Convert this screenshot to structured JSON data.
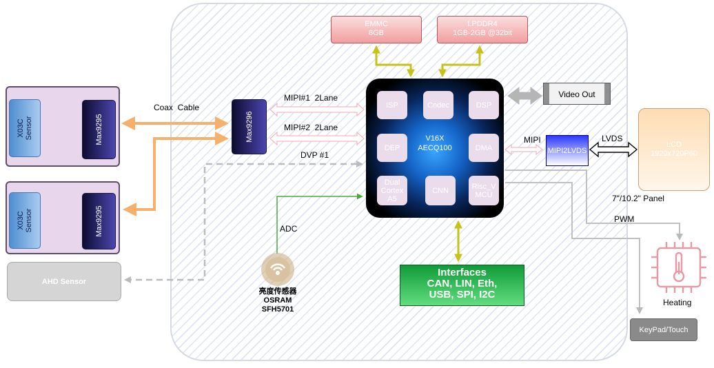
{
  "blocks": {
    "camera1": {
      "sensor": "X03C Sensor",
      "serializer": "Max9295"
    },
    "camera2": {
      "sensor": "X03C Sensor",
      "serializer": "Max9295"
    },
    "ahd_sensor": "AHD Sensor",
    "deserializer": "Max9296",
    "emmc": {
      "line1": "EMMC",
      "line2": "8GB"
    },
    "lpddr4": {
      "line1": "LPDDR4",
      "line2": "1GB-2GB @32bit"
    },
    "soc": {
      "name_line1": "V16X",
      "name_line2": "AECQ100",
      "cores": {
        "isp": "ISP",
        "codec": "Codec",
        "dsp": "DSP",
        "dep": "DEP",
        "dma": "DMA",
        "dual_cortex_l1": "Dual",
        "dual_cortex_l2": "Cortex",
        "dual_cortex_l3": "A5",
        "cnn": "CNN",
        "risc_l1": "Risc_V",
        "risc_l2": "MCU"
      }
    },
    "video_out": "Video Out",
    "mipi2lvds": "MIPI2LVDS",
    "lcd": {
      "line1": "LCD",
      "line2": "1920x720P60"
    },
    "interfaces": {
      "line1": "Interfaces",
      "line2": "CAN, LIN, Eth,",
      "line3": "USB, SPI, I2C"
    },
    "light_sensor": {
      "line1": "亮度传感器",
      "line2": "OSRAM",
      "line3": "SFH5701"
    },
    "heating": "Heating",
    "keypad": "KeyPad/Touch"
  },
  "labels": {
    "coax_cable": "Coax  Cable",
    "mipi1": "MIPI#1  2Lane",
    "mipi2": "MIPI#2  2Lane",
    "dvp": "DVP #1",
    "adc": "ADC",
    "mipi": "MIPI",
    "lvds": "LVDS",
    "panel": "7\"/10.2\" Panel",
    "pwm": "PWM"
  },
  "colors": {
    "coax": "#f6b06d",
    "memory_bus": "#c7c21a",
    "mipi_arrow": "#f2b8c2",
    "adc_line": "#4aa83b",
    "dvp_dashed": "#bbbbbb",
    "control_lines": "#c0c0c0"
  }
}
